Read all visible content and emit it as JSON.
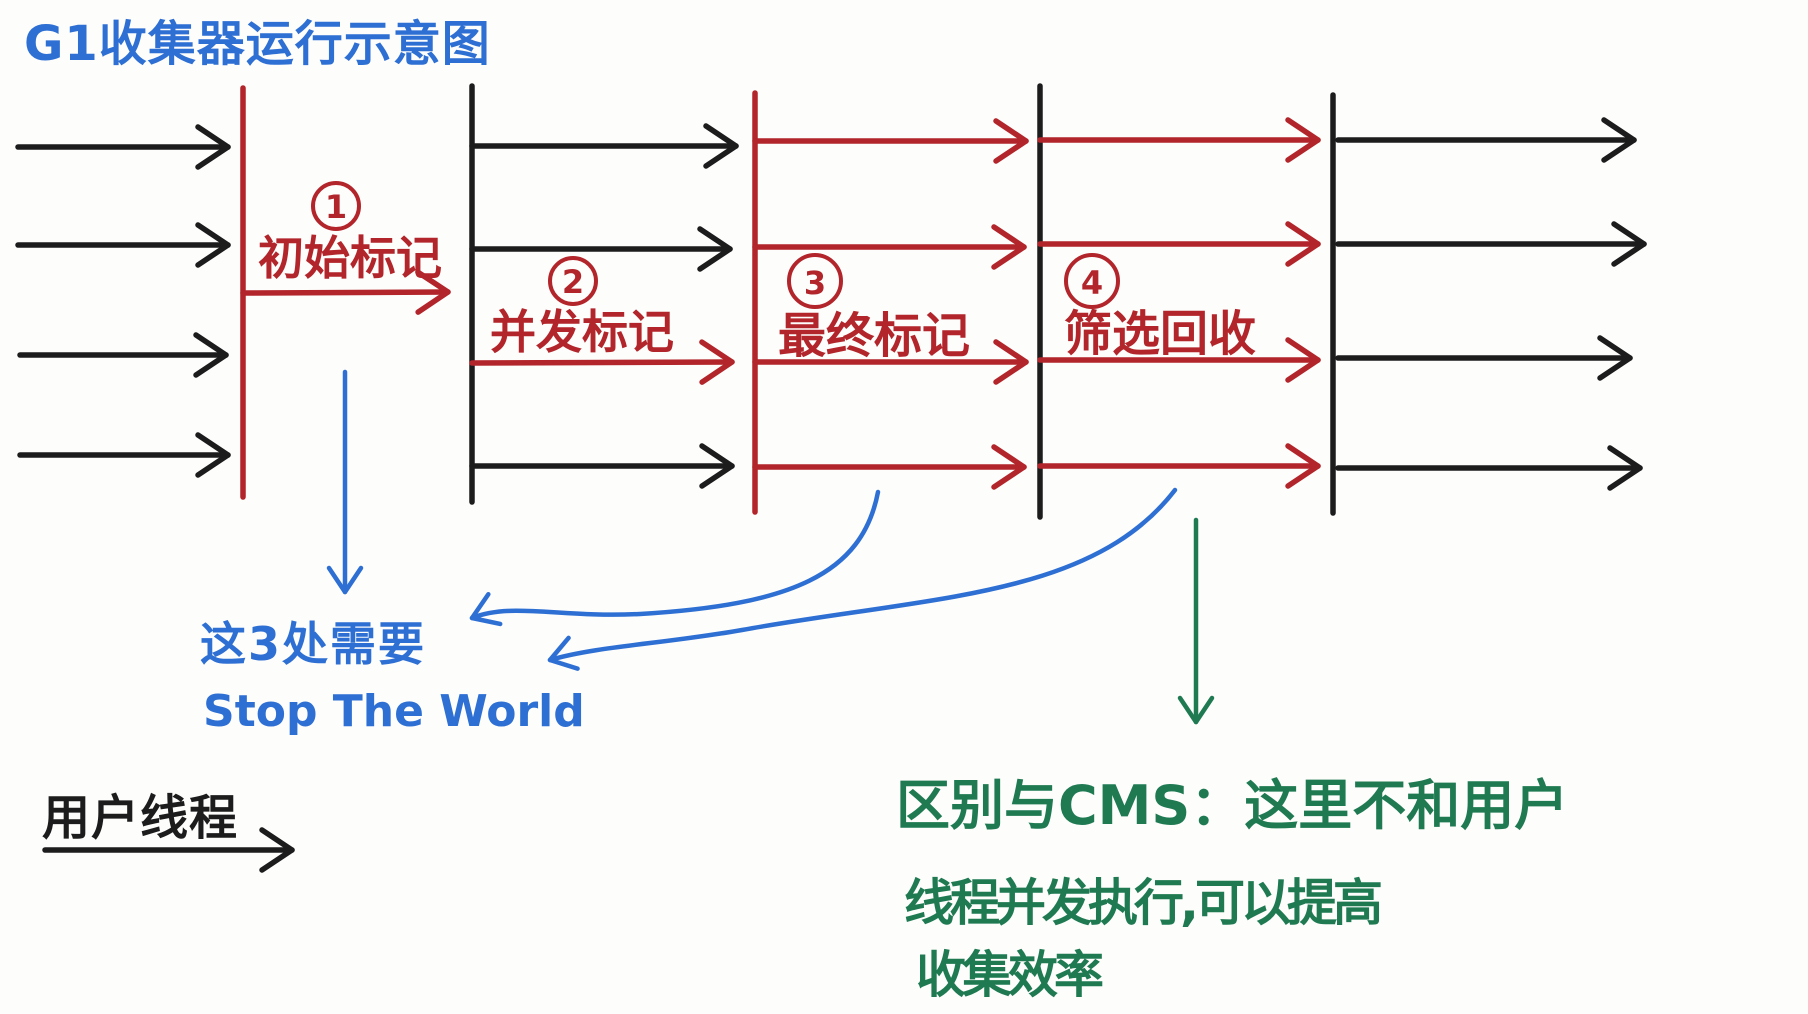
{
  "title": "G1收集器运行示意图",
  "colors": {
    "ink": "#1c1c1c",
    "red": "#b2252a",
    "blue": "#2e6fd3",
    "green": "#1f7a52",
    "paper": "#fdfdfc"
  },
  "phases": [
    {
      "num": "1",
      "name": "初始标记"
    },
    {
      "num": "2",
      "name": "并发标记"
    },
    {
      "num": "3",
      "name": "最终标记"
    },
    {
      "num": "4",
      "name": "筛选回收"
    }
  ],
  "stw_note": {
    "line1": "这3处需要",
    "line2": "Stop The World"
  },
  "cms_note": {
    "line1": "区别与CMS：这里不和用户",
    "line2": "线程并发执行,可以提高",
    "line3": "收集效率"
  },
  "legend": {
    "label": "用户线程"
  }
}
